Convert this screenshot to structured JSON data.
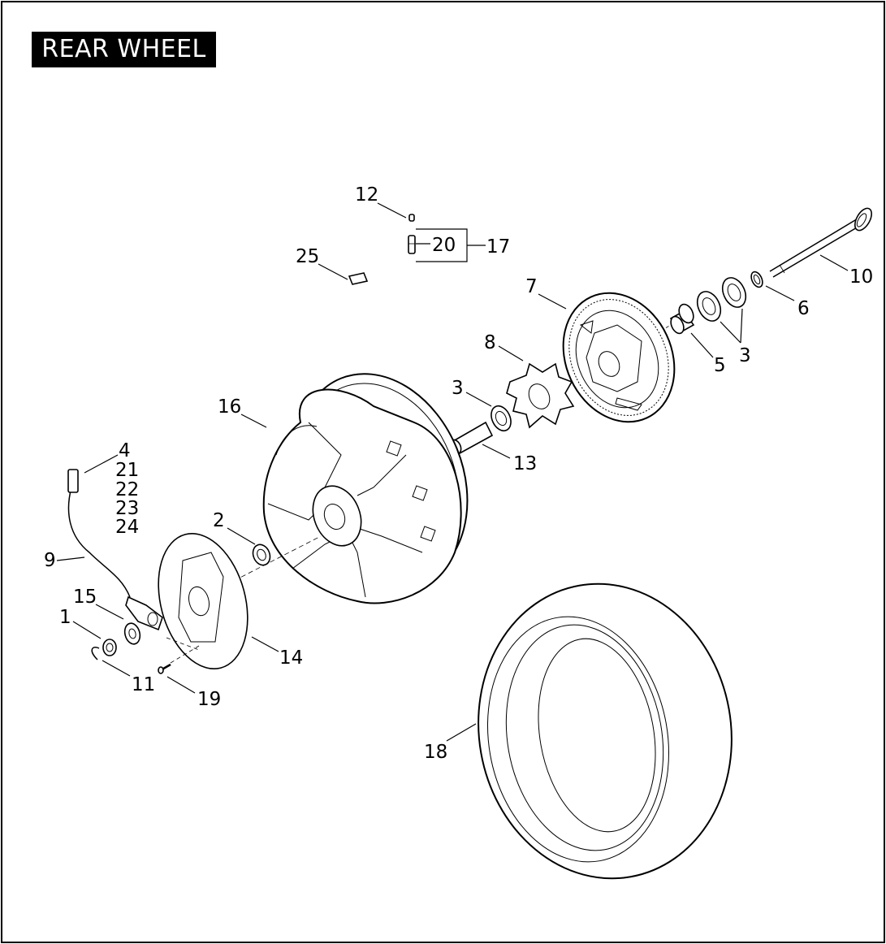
{
  "title": "REAR WHEEL",
  "callouts": [
    {
      "id": "c12",
      "text": "12"
    },
    {
      "id": "c20",
      "text": "20"
    },
    {
      "id": "c17",
      "text": "17"
    },
    {
      "id": "c25",
      "text": "25"
    },
    {
      "id": "c10",
      "text": "10"
    },
    {
      "id": "c7",
      "text": "7"
    },
    {
      "id": "c6",
      "text": "6"
    },
    {
      "id": "c8",
      "text": "8"
    },
    {
      "id": "c3a",
      "text": "3"
    },
    {
      "id": "c5",
      "text": "5"
    },
    {
      "id": "c3b",
      "text": "3"
    },
    {
      "id": "c16",
      "text": "16"
    },
    {
      "id": "c13",
      "text": "13"
    },
    {
      "id": "c4",
      "text": "4"
    },
    {
      "id": "c21",
      "text": "21"
    },
    {
      "id": "c22",
      "text": "22"
    },
    {
      "id": "c23",
      "text": "23"
    },
    {
      "id": "c24",
      "text": "24"
    },
    {
      "id": "c2",
      "text": "2"
    },
    {
      "id": "c9",
      "text": "9"
    },
    {
      "id": "c15",
      "text": "15"
    },
    {
      "id": "c1",
      "text": "1"
    },
    {
      "id": "c14",
      "text": "14"
    },
    {
      "id": "c11",
      "text": "11"
    },
    {
      "id": "c19",
      "text": "19"
    },
    {
      "id": "c18",
      "text": "18"
    }
  ]
}
